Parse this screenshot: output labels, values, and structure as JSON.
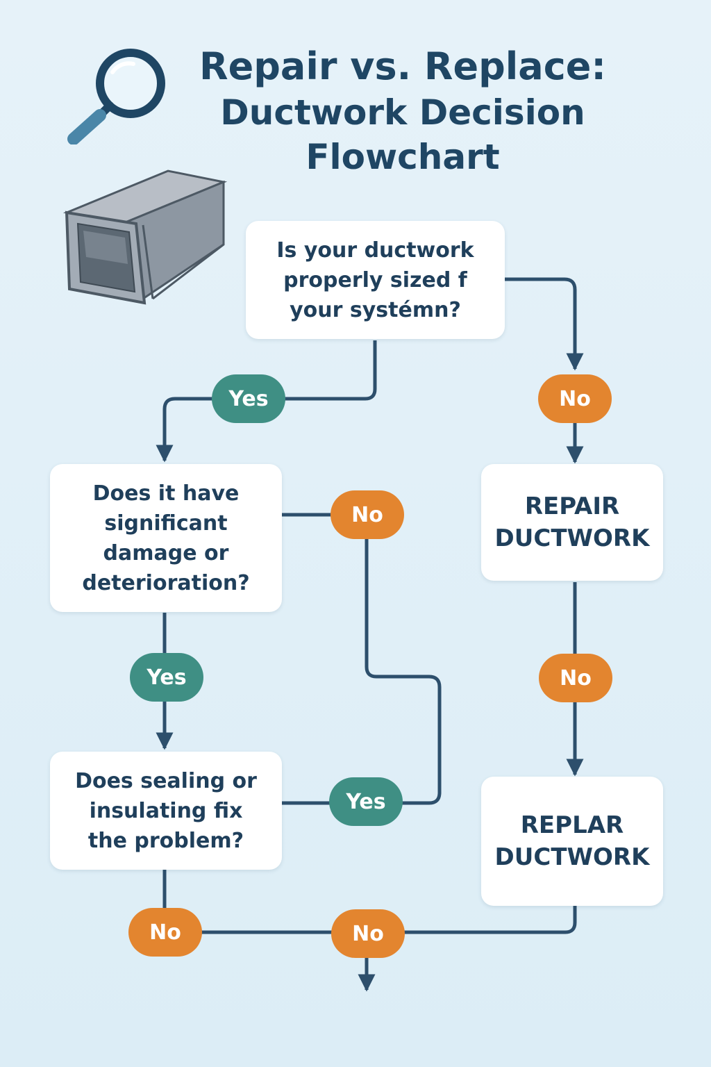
{
  "title": {
    "line1": "Repair vs. Replace:",
    "line2": "Ductwork Decision",
    "line3": "Flowchart"
  },
  "icons": {
    "header": "magnifying-glass-icon",
    "illustration": "duct-section-icon"
  },
  "colors": {
    "title": "#1f4664",
    "connector": "#2d4f6c",
    "yes": "#3f8f84",
    "no": "#e3852f",
    "box": "#ffffff"
  },
  "nodes": {
    "q1": "Is your ductwork properly sized f your systémn?",
    "q2": "Does it have significant damage or deterioration?",
    "q3": "Does sealing or insulating fix the problem?",
    "r1": "REPAIR DUCTWORK",
    "r2": "REPLAR DUCTWORK"
  },
  "edge_labels": {
    "q1_yes": "Yes",
    "q1_no": "No",
    "q2_no": "No",
    "q2_yes": "Yes",
    "q3_yes": "Yes",
    "r1_no": "No",
    "q3_no": "No",
    "bottom_no": "No"
  }
}
